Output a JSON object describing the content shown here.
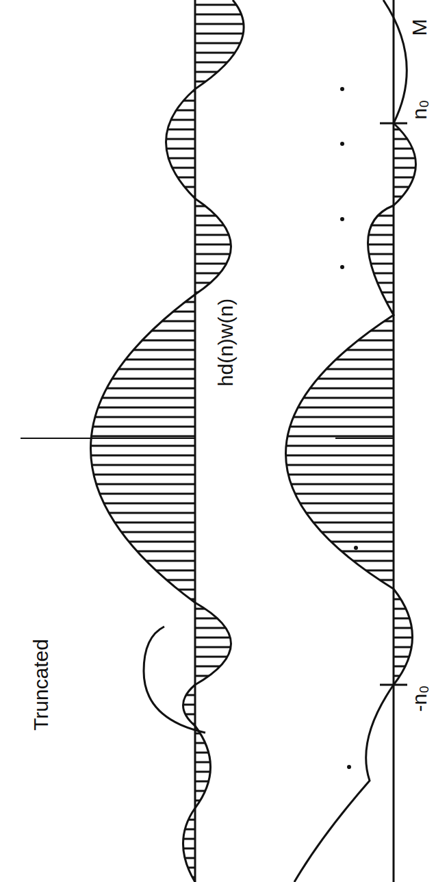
{
  "diagram": {
    "labels": [
      "Truncated",
      "hd(n)w(n)",
      "n₀",
      "-n₀",
      "M"
    ]
  }
}
